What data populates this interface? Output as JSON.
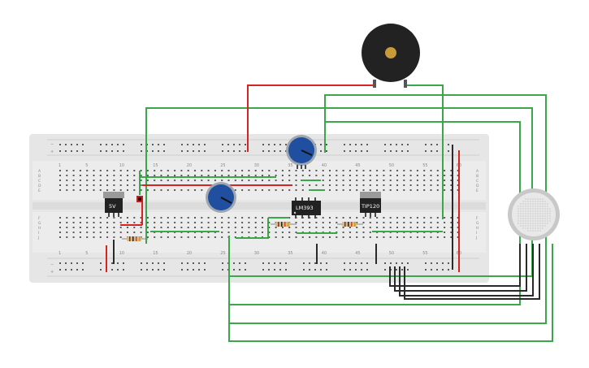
{
  "breadboard": {
    "column_numbers": [
      "1",
      "5",
      "10",
      "15",
      "20",
      "25",
      "30",
      "35",
      "40",
      "45",
      "50",
      "55",
      "60"
    ],
    "row_letters_top": [
      "A",
      "B",
      "C",
      "D",
      "E"
    ],
    "row_letters_bottom": [
      "F",
      "G",
      "H",
      "I",
      "J"
    ],
    "rail_minus": "−",
    "rail_plus": "+"
  },
  "components": {
    "regulator_label": "5V",
    "comparator_label": "LM393",
    "transistor_label": "TIP120"
  },
  "colors": {
    "green_wire": "#3aa84a",
    "red_wire": "#d42424",
    "black_wire": "#2a2a2a",
    "board": "#e6e6e6",
    "pot": "#1f4f9e",
    "buzzer": "#222222"
  },
  "icons": {
    "buzzer": "buzzer-icon",
    "gas_sensor": "gas-sensor-icon",
    "potentiometer": "potentiometer-icon",
    "led": "led-icon",
    "resistor": "resistor-icon"
  }
}
